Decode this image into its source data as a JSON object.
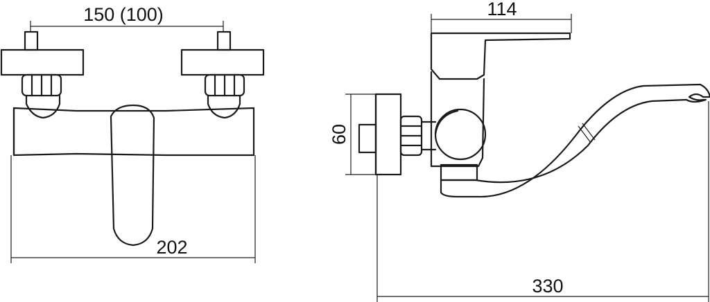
{
  "drawing": {
    "front_view": {
      "top_dimension": "150 (100)",
      "bottom_dimension": "202"
    },
    "side_view": {
      "top_dimension": "114",
      "height_dimension": "60",
      "bottom_dimension": "330"
    }
  }
}
